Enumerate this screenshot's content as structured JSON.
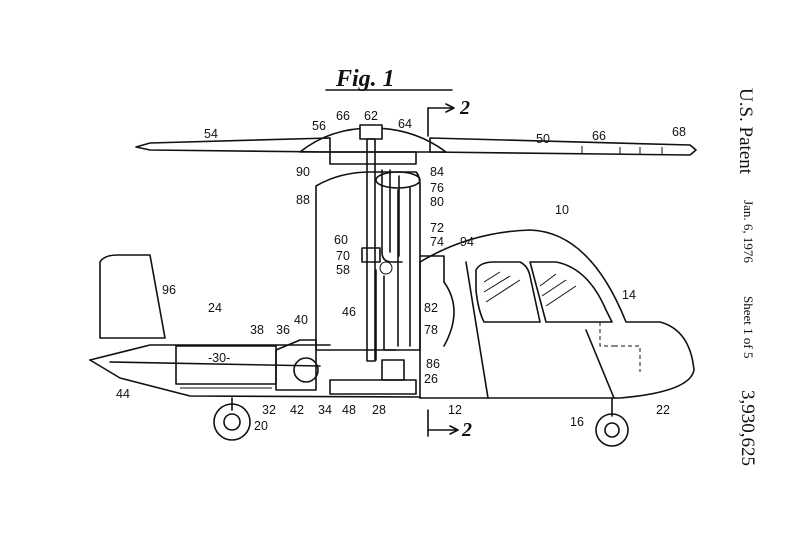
{
  "header": {
    "patent_label": "U.S. Patent",
    "date": "Jan. 6, 1976",
    "sheet": "Sheet 1 of 5",
    "patent_number": "3,930,625"
  },
  "figure": {
    "label": "Fig. 1",
    "section_marks": [
      "2",
      "2"
    ]
  },
  "reference_numerals": [
    "10",
    "12",
    "14",
    "16",
    "20",
    "22",
    "24",
    "26",
    "28",
    "-30-",
    "32",
    "34",
    "36",
    "38",
    "40",
    "42",
    "44",
    "46",
    "48",
    "50",
    "54",
    "56",
    "58",
    "60",
    "62",
    "64",
    "66",
    "66",
    "68",
    "70",
    "72",
    "74",
    "76",
    "78",
    "80",
    "82",
    "84",
    "86",
    "88",
    "90",
    "94",
    "96"
  ]
}
